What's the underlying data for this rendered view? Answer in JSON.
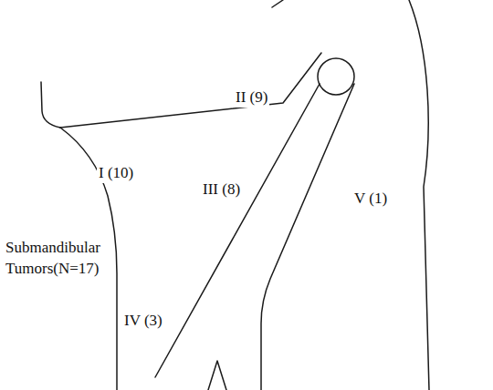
{
  "diagram": {
    "labels": [
      "I (10)",
      "II (9)",
      "III (8)",
      "IV (3)",
      "V (1)",
      "Submandibular Tumors(N=17)"
    ]
  }
}
